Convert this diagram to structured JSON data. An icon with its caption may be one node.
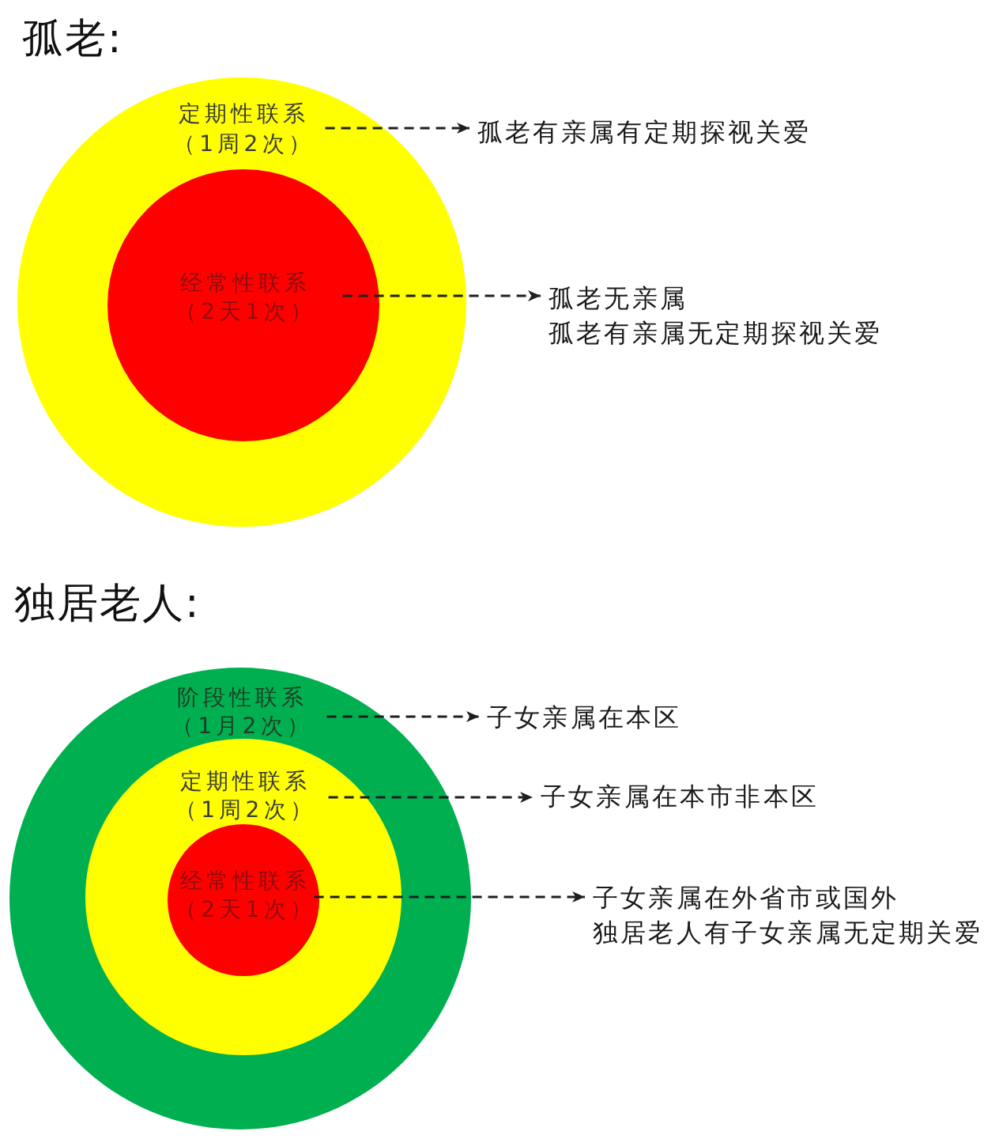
{
  "diagram": {
    "nodes": [
      {
        "text": [
          "定期性联系",
          "（1周2次）"
        ]
      },
      {
        "text": [
          "经常性联系",
          "（2天1次）"
        ],
        "in": 0
      },
      {
        "text": [
          "孤老有亲属有定期探视关爱"
        ]
      },
      {
        "text": [
          "孤老无亲属",
          "孤老有亲属无定期探视关爱"
        ]
      },
      {
        "text": [
          "阶段性联系",
          "（1月2次）"
        ]
      },
      {
        "text": [
          "定期性联系",
          "（1周2次）"
        ],
        "in": 4
      },
      {
        "text": [
          "经常性联系",
          "（2天1次）"
        ],
        "in": 5
      },
      {
        "text": [
          "子女亲属在本区"
        ]
      },
      {
        "text": [
          "子女亲属在本市非本区"
        ]
      },
      {
        "text": [
          "子女亲属在外省市或国外",
          "独居老人有子女亲属无定期关爱"
        ]
      }
    ],
    "edges": [
      {
        "from": 0,
        "to": 2,
        "arrow": "to",
        "style": "dashed"
      },
      {
        "from": 1,
        "to": 3,
        "arrow": "to",
        "style": "dashed"
      },
      {
        "from": 4,
        "to": 7,
        "arrow": "to",
        "style": "dashed"
      },
      {
        "from": 5,
        "to": 8,
        "arrow": "to",
        "style": "dashed"
      },
      {
        "from": 6,
        "to": 9,
        "arrow": "to",
        "style": "dashed"
      }
    ],
    "labels": [
      "孤老:",
      "独居老人:"
    ]
  }
}
